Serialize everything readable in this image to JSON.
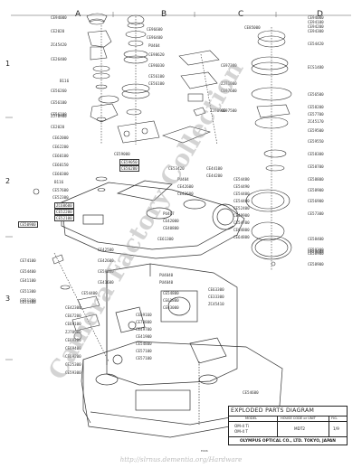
{
  "columns": [
    "A",
    "B",
    "C",
    "D"
  ],
  "rows": [
    "1",
    "2",
    "3"
  ],
  "watermark": "Camera Factory Collection",
  "url": "http://slrnus.dementia.org/Hardware",
  "small_code": "E006",
  "title_block": {
    "title": "EXPLODED PARTS DIAGRAM",
    "model_header": "MODEL",
    "code_header": "HOUSE CODE or UNIT",
    "fig_header": "FIG.",
    "models": [
      "OM-4 Ti",
      "OM-4 T"
    ],
    "code": "MDT2",
    "fig": "1/9",
    "company": "OLYMPUS OPTICAL CO., LTD. TOKYO, JAPAN"
  },
  "part_numbers": {
    "col_a": [
      "CE94000",
      "CE2020",
      "ZC45420",
      "CE26400",
      "B116",
      "CE56260",
      "CE56100",
      "CE56100",
      "CE2020",
      "ZJ70900",
      "CE62000",
      "CE62200",
      "CE60100",
      "CE60150",
      "CE60300",
      "B116",
      "CE57600",
      "CE52300",
      "ZC60600",
      "CE52200",
      "CE52100",
      "CE50900",
      "CE74100",
      "CE54400",
      "CE41100",
      "CE51300",
      "CE51200",
      "CE51300",
      "CE54400",
      "CE42300",
      "CE67200",
      "CE69100",
      "ZJ70900",
      "CE69300",
      "CE69400",
      "CE69200",
      "CE25300",
      "CE59300"
    ],
    "col_b": [
      "CE96600",
      "CE96400",
      "PU404",
      "CE98620",
      "CE96030",
      "CE56100",
      "CE56100",
      "ZJ70900",
      "CE59000",
      "CE59050",
      "CE56200",
      "CE53420",
      "PU404",
      "CE42600",
      "CE42600",
      "PU407",
      "CE42000",
      "CE40800",
      "CE61300",
      "CE42500",
      "CE42600",
      "CE59800",
      "CE41600",
      "PU4040",
      "CE54800",
      "CE61800",
      "CE43000",
      "CE69160",
      "CE70800",
      "CE49700",
      "CE41900",
      "PU4040",
      "CE63300",
      "CE33300",
      "ZC45410",
      "CE54800",
      "CE57100",
      "CE57100"
    ],
    "col_c": [
      "CE97300",
      "ZJ71000",
      "CE97600",
      "CE97500",
      "CE54480",
      "CE54490",
      "CE54400",
      "CE54400",
      "CE52400",
      "CE49900",
      "CE54700",
      "CE64800",
      "CE64800",
      "CE44100",
      "CE44200",
      "CE54600"
    ],
    "col_d": [
      "CE94000",
      "CE94100",
      "CE94200",
      "CE94300",
      "CE85000",
      "CE54420",
      "ECS1480",
      "CE56500",
      "CE58200",
      "CE57700",
      "ZC45170",
      "CE59500",
      "CE59550",
      "CE58300",
      "CE58700",
      "CE58800",
      "CE58900",
      "CE56900",
      "CE57300",
      "CE58400",
      "CE59300",
      "CE59600",
      "CE58900",
      "CE58900"
    ]
  }
}
